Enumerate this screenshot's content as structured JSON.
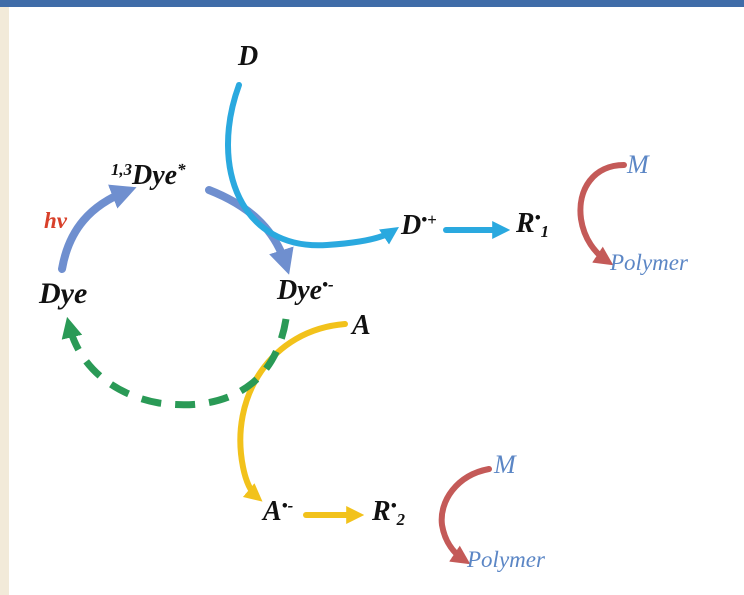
{
  "labels": {
    "D": "D",
    "dye_excited_prefix": "1,3",
    "dye_excited_main": "Dye",
    "dye_excited_sup": "*",
    "hv": "hv",
    "dye": "Dye",
    "dye_radical_anion_main": "Dye",
    "dye_radical_anion_sup": "•-",
    "A": "A",
    "d_radical_cation_main": "D",
    "d_radical_cation_sup": "•+",
    "r1_main": "R",
    "r1_sup": "•",
    "r1_sub": "1",
    "m_top": "M",
    "polymer_top": "Polymer",
    "a_radical_anion_main": "A",
    "a_radical_anion_sup": "•-",
    "r2_main": "R",
    "r2_sup": "•",
    "r2_sub": "2",
    "m_bottom": "M",
    "polymer_bottom": "Polymer"
  },
  "colors": {
    "frame_bg": "#f2ead9",
    "frame_top_bar": "#3f6ca8",
    "cycle_arrow": "#6f8fcf",
    "donor_arrow": "#2aa9df",
    "acceptor_arrow": "#f2c21b",
    "regeneration_dashed": "#2a9a56",
    "polymerization_arrow": "#c45a58",
    "monomer_text": "#5b86c5",
    "hv_text": "#d8402a"
  }
}
